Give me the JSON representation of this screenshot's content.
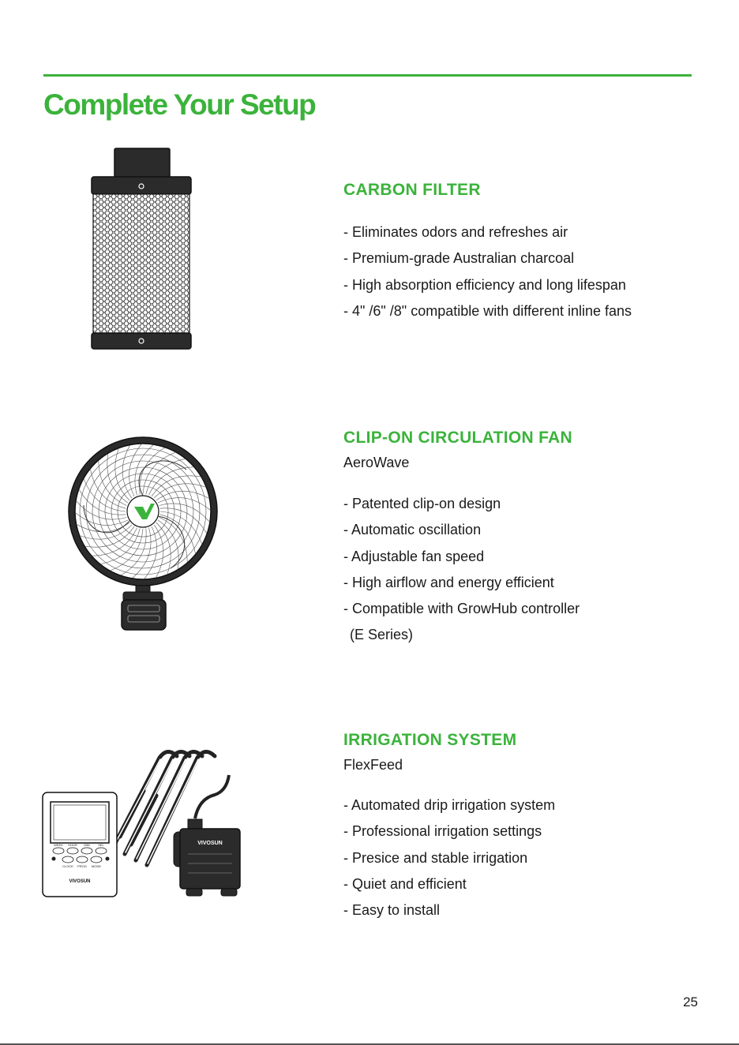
{
  "page": {
    "title": "Complete Your Setup",
    "page_number": "25"
  },
  "sections": [
    {
      "title": "CARBON FILTER",
      "features": [
        "- Eliminates odors and refreshes air",
        "- Premium-grade Australian charcoal",
        "- High absorption efficiency and long lifespan",
        "- 4\" /6\" /8\" compatible with different inline fans"
      ]
    },
    {
      "title": "CLIP-ON CIRCULATION FAN",
      "subtitle": "AeroWave",
      "features": [
        "- Patented clip-on design",
        "- Automatic oscillation",
        "- Adjustable fan speed",
        "- High airflow and energy efficient",
        "- Compatible with GrowHub controller",
        "(E Series)"
      ]
    },
    {
      "title": "IRRIGATION SYSTEM",
      "subtitle": "FlexFeed",
      "features": [
        "- Automated drip irrigation system",
        "- Professional irrigation settings",
        "- Presice and stable irrigation",
        "- Quiet and efficient",
        "- Easy to install"
      ],
      "timer_buttons_top": [
        "WEEK",
        "HOUR",
        "MIN",
        "SEL"
      ],
      "timer_buttons_bottom": [
        "CLOCK",
        "PROG",
        "MODE"
      ],
      "brand": "VIVOSUN"
    }
  ],
  "colors": {
    "accent": "#3bb33b",
    "text": "#1a1a1a",
    "illustration_dark": "#2b2b2b"
  },
  "icons": [
    "carbon-filter-illustration",
    "circulation-fan-illustration",
    "irrigation-system-illustration",
    "vivosun-logo-icon"
  ]
}
